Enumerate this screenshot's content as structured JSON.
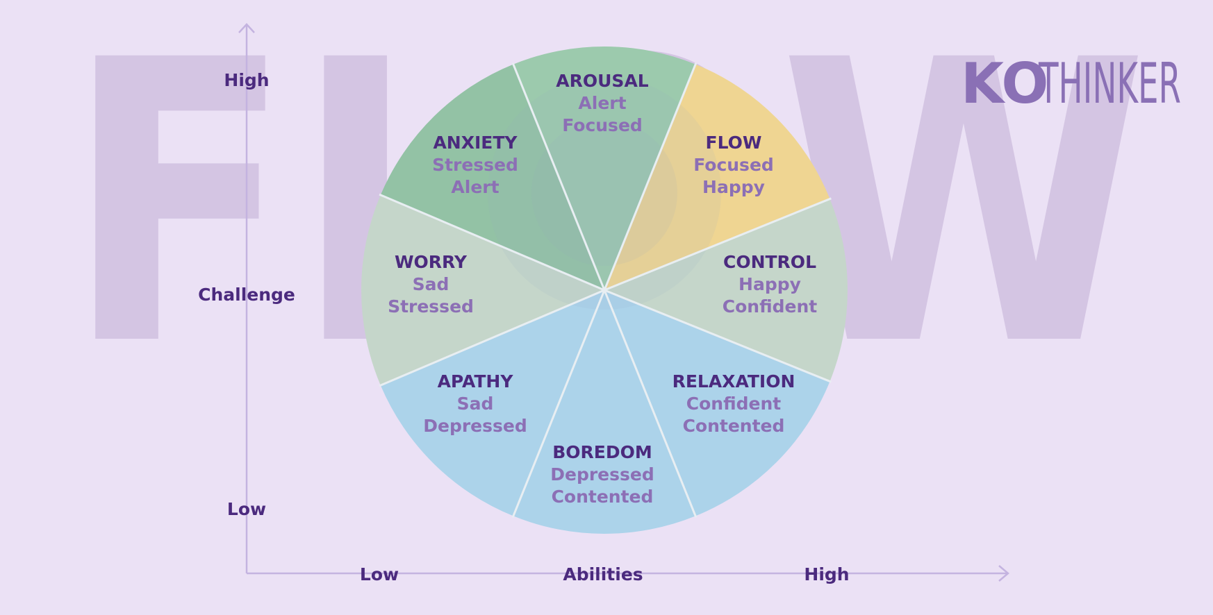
{
  "watermark": "FLOW",
  "brand": {
    "bold": "KO",
    "light": "THINKER"
  },
  "y_axis": {
    "title": "Challenge",
    "high": "High",
    "low": "Low"
  },
  "x_axis": {
    "title": "Abilities",
    "low": "Low",
    "high": "High"
  },
  "colors": {
    "background": "#ebe1f5",
    "watermark": "#d4c5e3",
    "axis": "#c4b3e0",
    "title_text": "#4b2a7e",
    "emotion_text": "#8c6fb5",
    "green_dark": "#93c2a5",
    "green_mid": "#9ccaad",
    "green_light": "#c5d6ca",
    "yellow": "#efd592",
    "blue": "#acd3ea",
    "brand": "#8a70b5"
  },
  "segments": [
    {
      "id": "arousal",
      "title": "AROUSAL",
      "emotions": [
        "Alert",
        "Focused"
      ],
      "color": "#9ccaad"
    },
    {
      "id": "flow",
      "title": "FLOW",
      "emotions": [
        "Focused",
        "Happy"
      ],
      "color": "#efd592"
    },
    {
      "id": "control",
      "title": "CONTROL",
      "emotions": [
        "Happy",
        "Confident"
      ],
      "color": "#c5d6ca"
    },
    {
      "id": "relaxation",
      "title": "RELAXATION",
      "emotions": [
        "Confident",
        "Contented"
      ],
      "color": "#acd3ea"
    },
    {
      "id": "boredom",
      "title": "BOREDOM",
      "emotions": [
        "Depressed",
        "Contented"
      ],
      "color": "#acd3ea"
    },
    {
      "id": "apathy",
      "title": "APATHY",
      "emotions": [
        "Sad",
        "Depressed"
      ],
      "color": "#acd3ea"
    },
    {
      "id": "worry",
      "title": "WORRY",
      "emotions": [
        "Sad",
        "Stressed"
      ],
      "color": "#c5d6ca"
    },
    {
      "id": "anxiety",
      "title": "ANXIETY",
      "emotions": [
        "Stressed",
        "Alert"
      ],
      "color": "#93c2a5"
    }
  ]
}
